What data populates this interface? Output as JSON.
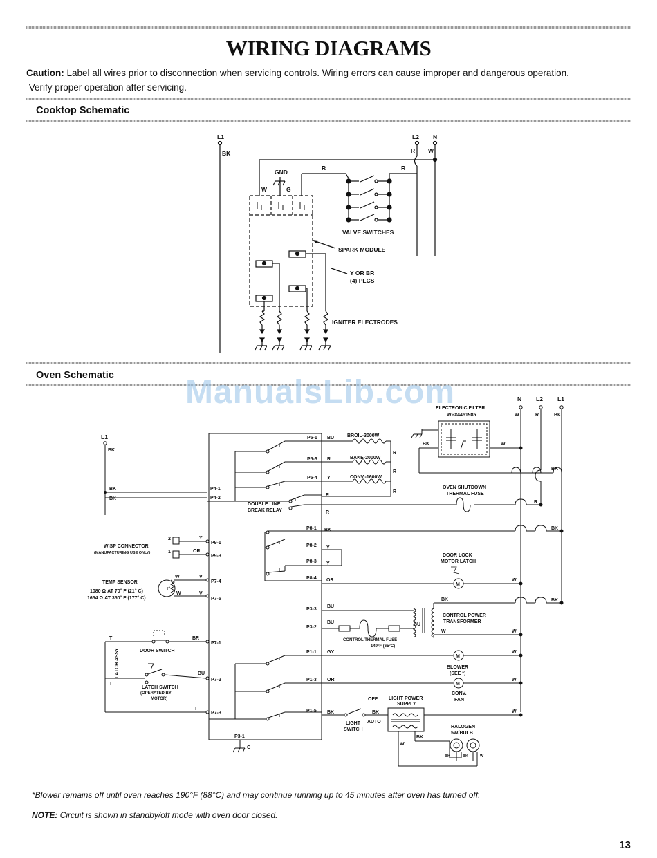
{
  "header": {
    "title": "WIRING DIAGRAMS",
    "caution_label": "Caution:",
    "caution_text": "Label all wires prior to disconnection when servicing controls. Wiring errors can cause improper and dangerous operation.",
    "caution_text2": "Verify proper operation after servicing."
  },
  "cooktop": {
    "heading": "Cooktop Schematic",
    "l1": "L1",
    "l2": "L2",
    "n": "N",
    "bk": "BK",
    "r": "R",
    "w": "W",
    "g": "G",
    "gnd": "GND",
    "valve_switches": "VALVE SWITCHES",
    "spark_module": "SPARK MODULE",
    "y_or_br": "Y OR BR",
    "plcs": "(4) PLCS",
    "igniter": "IGNITER ELECTRODES"
  },
  "oven": {
    "heading": "Oven Schematic",
    "watermark": "ManualsLib.com",
    "n": "N",
    "l2": "L2",
    "l1": "L1",
    "w": "W",
    "r": "R",
    "bk": "BK",
    "bu": "BU",
    "y": "Y",
    "or": "OR",
    "gy": "GY",
    "v": "V",
    "t": "T",
    "br": "BR",
    "g": "G",
    "electronic_filter": "ELECTRONIC FILTER",
    "filter_part": "WP#4451985",
    "broil": "BROIL-3000W",
    "bake": "BAKE-2000W",
    "conv_el": "CONV.-1600W",
    "oven_shutdown": "OVEN SHUTDOWN",
    "thermal_fuse": "THERMAL FUSE",
    "double_line": "DOUBLE LINE",
    "break_relay": "BREAK RELAY",
    "wisp_connector": "WISP CONNECTOR",
    "wisp_sub": "(MANUFACTURING USE ONLY)",
    "temp_sensor": "TEMP SENSOR",
    "temp1": "1080 Ω AT 70° F (21° C)",
    "temp2": "1654 Ω AT 350° F (177° C)",
    "door_lock": "DOOR LOCK",
    "motor_latch": "MOTOR LATCH",
    "control_power": "CONTROL POWER",
    "transformer": "TRANSFORMER",
    "control_thermal_fuse": "CONTROL THERMAL FUSE",
    "ctf_temp": "149°F (65°C)",
    "door_switch": "DOOR SWITCH",
    "latch_switch": "LATCH SWITCH",
    "operated_by": "(OPERATED BY",
    "motor_paren": "MOTOR)",
    "latch_assy": "LATCH ASSY",
    "blower": "BLOWER",
    "see": "(SEE *)",
    "conv_fan1": "CONV.",
    "conv_fan2": "FAN",
    "off": "OFF",
    "auto": "AUTO",
    "light_switch1": "LIGHT",
    "light_switch2": "SWITCH",
    "lps1": "LIGHT POWER",
    "lps2": "SUPPLY",
    "halogen": "HALOGEN",
    "halogen_sub": "5W/BULB",
    "pins": {
      "p5_1": "P5-1",
      "p5_3": "P5-3",
      "p5_4": "P5-4",
      "p4_1": "P4-1",
      "p4_2": "P4-2",
      "p8_1": "P8-1",
      "p8_2": "P8-2",
      "p8_3": "P8-3",
      "p8_4": "P8-4",
      "p9_1": "P9-1",
      "p9_3": "P9-3",
      "p7_4": "P7-4",
      "p7_5": "P7-5",
      "p3_3": "P3-3",
      "p3_2": "P3-2",
      "p1_1": "P1-1",
      "p1_3": "P1-3",
      "p1_5": "P1-5",
      "p7_1": "P7-1",
      "p7_2": "P7-2",
      "p7_3": "P7-3",
      "p3_1": "P3-1"
    },
    "num_2": "2",
    "num_1": "1"
  },
  "footer": {
    "blower_note": "*Blower remains off until oven reaches 190°F (88°C) and may continue running up to 45 minutes after oven has turned off.",
    "note_label": "NOTE:",
    "note_text": "Circuit is shown in standby/off mode with oven door closed.",
    "page_number": "13"
  }
}
